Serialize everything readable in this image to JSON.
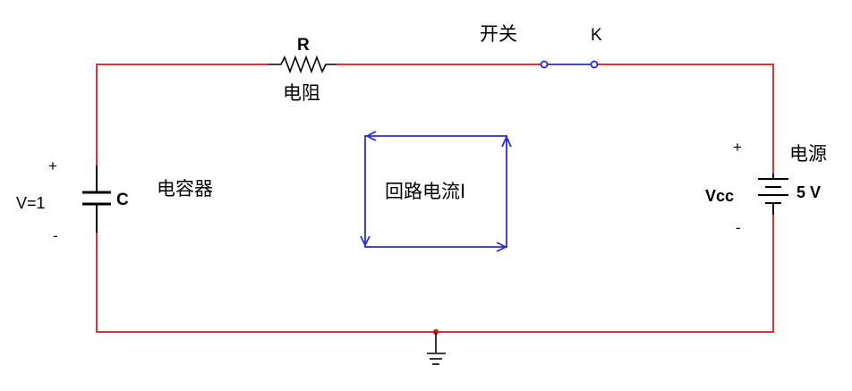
{
  "colors": {
    "wire": "#e03030",
    "loop": "#2b2bc8",
    "component": "#000000",
    "switch": "#2b2bc8",
    "junction": "#d02020"
  },
  "resistor": {
    "ref": "R",
    "label": "电阻"
  },
  "switch": {
    "label": "开关",
    "ref": "K"
  },
  "capacitor": {
    "ref": "C",
    "label": "电容器",
    "voltage": "V=1",
    "plus": "+",
    "minus": "-"
  },
  "source": {
    "label": "电源",
    "ref": "Vcc",
    "value": "5 V",
    "plus": "+",
    "minus": "-"
  },
  "loop": {
    "label": "回路电流I"
  },
  "ground": {
    "icon": "ground-icon"
  }
}
